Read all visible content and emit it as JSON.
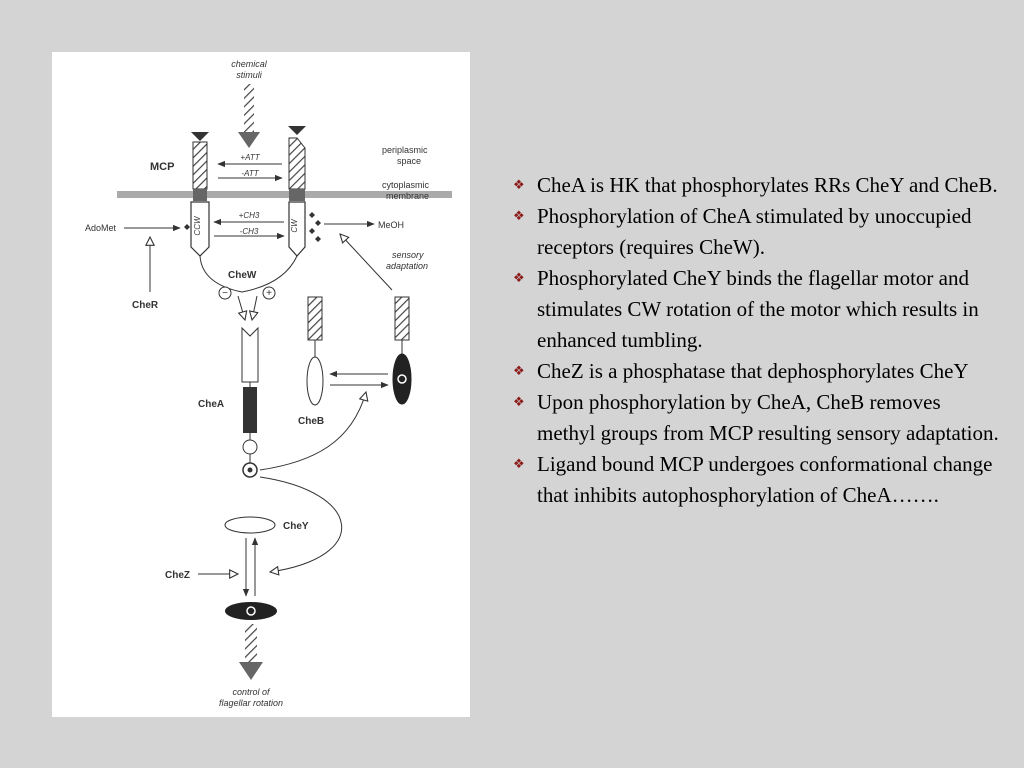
{
  "diagram": {
    "chemical_stimuli": [
      "chemical",
      "stimuli"
    ],
    "mcp": "MCP",
    "periplasmic_space": [
      "periplasmic",
      "space"
    ],
    "plus_att": "+ATT",
    "minus_att": "-ATT",
    "cytoplasmic_membrane": [
      "cytoplasmic",
      "membrane"
    ],
    "plus_ch3": "+CH3",
    "minus_ch3": "-CH3",
    "adomet": "AdoMet",
    "meoh": "MeOH",
    "ccw": "CCW",
    "cw": "CW",
    "sensory_adaptation": [
      "sensory",
      "adaptation"
    ],
    "chew": "CheW",
    "minus_sign": "−",
    "plus_sign": "+",
    "cher": "CheR",
    "chea": "CheA",
    "cheb": "CheB",
    "chey": "CheY",
    "chez": "CheZ",
    "control_flagellar": [
      "control of",
      "flagellar rotation"
    ]
  },
  "bullets": [
    {
      "text": "CheA is HK that phosphorylates RRs CheY and CheB."
    },
    {
      "text": "Phosphorylation of CheA stimulated by unoccupied receptors (requires CheW)."
    },
    {
      "text": "Phosphorylated CheY binds the flagellar motor and stimulates CW rotation of the motor which results in enhanced tumbling."
    },
    {
      "text": "CheZ is a phosphatase that dephosphorylates CheY"
    },
    {
      "text": "Upon phosphorylation by CheA, CheB removes methyl groups from MCP resulting sensory adaptation."
    },
    {
      "text": "Ligand bound MCP undergoes conformational change that inhibits autophosphorylation of CheA……."
    }
  ],
  "colors": {
    "background": "#d4d4d4",
    "bullet_mark": "#8b1a1a"
  },
  "icons": {
    "bullet": "diamond-bullet-icon"
  }
}
